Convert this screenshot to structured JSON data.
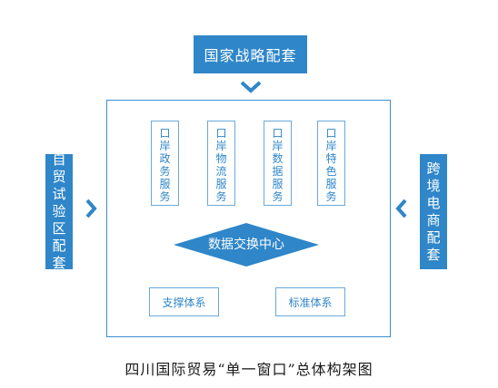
{
  "top_block": "国家战略配套",
  "left_block": "自贸试验区配套",
  "right_block": "跨境电商配套",
  "services": [
    "口岸政务服务",
    "口岸物流服务",
    "口岸数据服务",
    "口岸特色服务"
  ],
  "center": "数据交换中心",
  "supports": [
    "支撑体系",
    "标准体系"
  ],
  "caption": "四川国际贸易“单一窗口”总体构架图",
  "colors": {
    "accent": "#2f86c9",
    "border": "#3a8ed0",
    "light_border": "#6aa9dc"
  }
}
